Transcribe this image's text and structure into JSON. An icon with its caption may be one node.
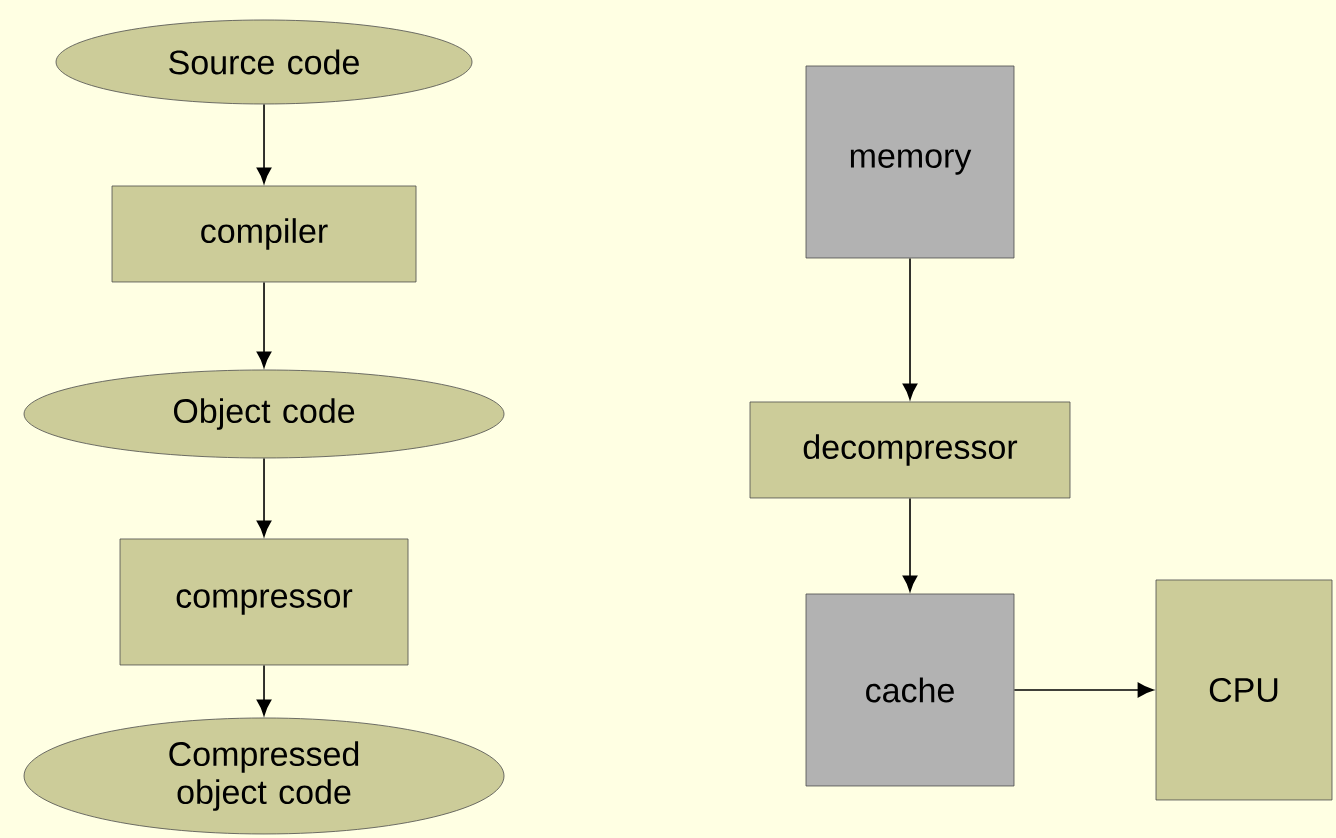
{
  "diagram": {
    "nodes": [
      {
        "text": [
          "Source code"
        ]
      },
      {
        "text": [
          "compiler"
        ]
      },
      {
        "text": [
          "Object code"
        ]
      },
      {
        "text": [
          "compressor"
        ]
      },
      {
        "text": [
          "Compressed object code"
        ]
      },
      {
        "text": [
          "memory"
        ]
      },
      {
        "text": [
          "decompressor"
        ]
      },
      {
        "text": [
          "cache"
        ]
      },
      {
        "text": [
          "CPU"
        ]
      }
    ],
    "edges": [
      {
        "from": 0,
        "to": 1,
        "arrow": "to"
      },
      {
        "from": 1,
        "to": 2,
        "arrow": "to"
      },
      {
        "from": 2,
        "to": 3,
        "arrow": "to"
      },
      {
        "from": 3,
        "to": 4,
        "arrow": "to"
      },
      {
        "from": 5,
        "to": 6,
        "arrow": "to"
      },
      {
        "from": 6,
        "to": 7,
        "arrow": "to"
      },
      {
        "from": 7,
        "to": 8,
        "arrow": "to"
      }
    ]
  }
}
